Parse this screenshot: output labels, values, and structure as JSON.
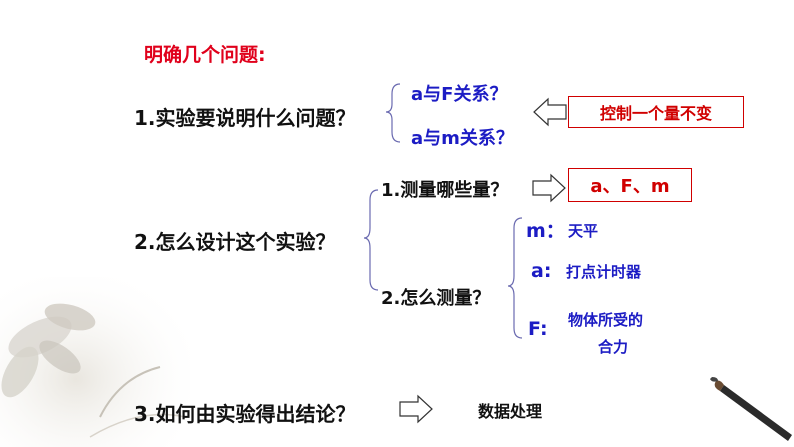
{
  "heading": "明确几个问题:",
  "q1": {
    "label": "1.实验要说明什么问题？",
    "opt_a": "a与F关系？",
    "opt_b": "a与m关系？",
    "answer": "控制一个量不变"
  },
  "q2": {
    "label": "2.怎么设计这个实验？",
    "sub1": "1.测量哪些量？",
    "sub1_answer": "a、F、m",
    "sub2": "2.怎么测量？",
    "m_key": "m：",
    "m_val": "天平",
    "a_key": "a:",
    "a_val": "打点计时器",
    "f_key": "F:",
    "f_val_line1": "物体所受的",
    "f_val_line2": "合力"
  },
  "q3": {
    "label": "3.如何由实验得出结论？",
    "answer": "数据处理"
  },
  "colors": {
    "red": "#e0001b",
    "blue": "#1c1cc4",
    "text": "#111111"
  }
}
